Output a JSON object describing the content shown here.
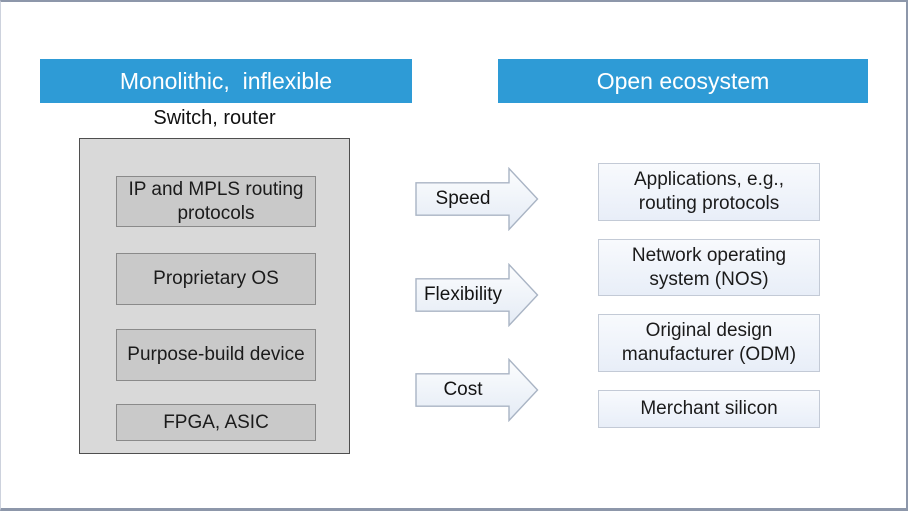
{
  "colors": {
    "accent_blue": "#2e9bd6",
    "panel_gray": "#d9d9d9",
    "inner_box_gray": "#c9c9c9",
    "light_blue_box": "#e8eef8"
  },
  "left_panel": {
    "header": "Monolithic,  inflexible",
    "sublabel": "Switch, router",
    "stack": [
      "IP and MPLS routing protocols",
      "Proprietary OS",
      "Purpose-build device",
      "FPGA, ASIC"
    ]
  },
  "arrows": {
    "labels": [
      "Speed",
      "Flexibility",
      "Cost"
    ]
  },
  "right_panel": {
    "header": "Open ecosystem",
    "boxes": [
      "Applications, e.g., routing protocols",
      "Network operating system (NOS)",
      "Original design manufacturer (ODM)",
      "Merchant silicon"
    ]
  }
}
